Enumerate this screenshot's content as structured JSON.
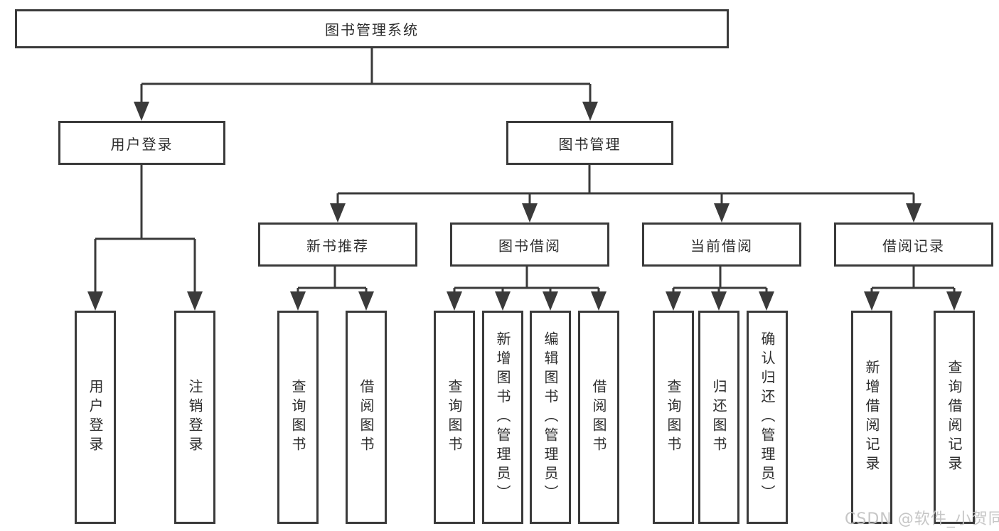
{
  "diagram": {
    "title": "图书管理系统",
    "level2": {
      "user_login": "用户登录",
      "book_management": "图书管理"
    },
    "level3": {
      "new_book_rec": "新书推荐",
      "book_borrow": "图书借阅",
      "current_borrow": "当前借阅",
      "borrow_records": "借阅记录"
    },
    "leaves": {
      "user_login": "用户登录",
      "logout": "注销登录",
      "nbr_query": "查询图书",
      "nbr_borrow": "借阅图书",
      "bb_query": "查询图书",
      "bb_add": "新增图书（管理员）",
      "bb_edit": "编辑图书（管理员）",
      "bb_borrow": "借阅图书",
      "cb_query": "查询图书",
      "cb_return": "归还图书",
      "cb_confirm": "确认归还（管理员）",
      "br_add": "新增借阅记录",
      "br_query": "查询借阅记录"
    }
  },
  "watermark": "CSDN @软件_小贺同学",
  "colors": {
    "line": "#3a3a3a",
    "text": "#2d2d2d",
    "watermark": "#c3c3c3",
    "background": "#ffffff"
  }
}
